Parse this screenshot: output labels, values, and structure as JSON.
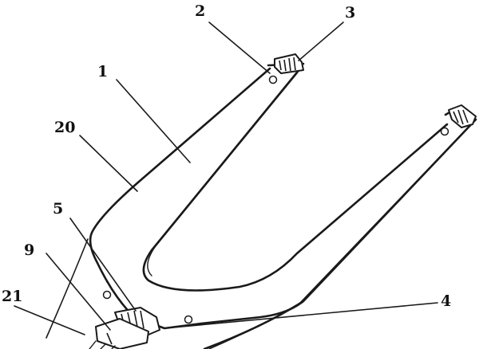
{
  "labels": {
    "l1": "1",
    "l2": "2",
    "l3": "3",
    "l4": "4",
    "l5": "5",
    "l9": "9",
    "l20": "20",
    "l21": "21"
  }
}
